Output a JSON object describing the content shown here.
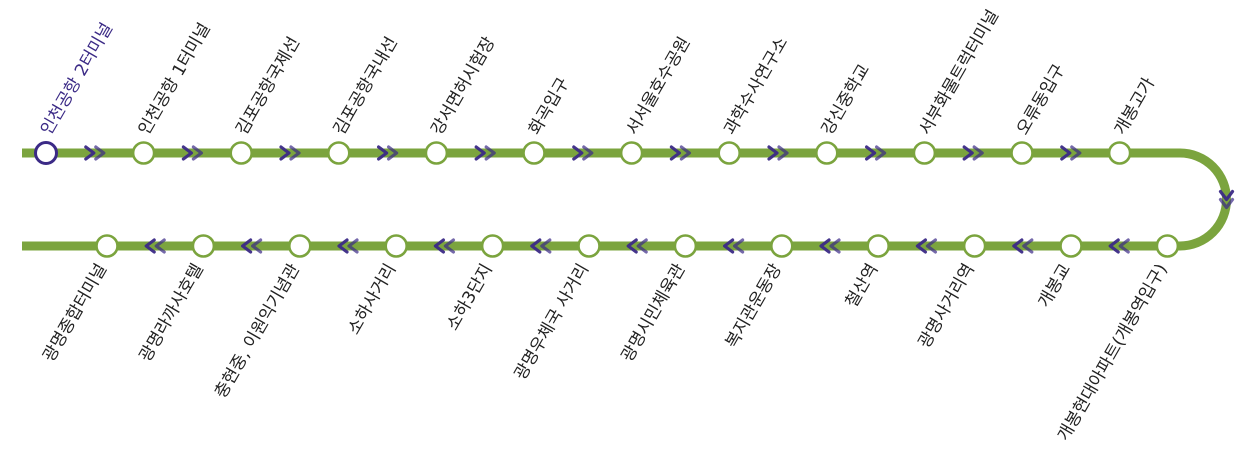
{
  "colors": {
    "line": "#7ba43e",
    "station_fill": "#ffffff",
    "current_station": "#3b2a86",
    "arrow": "#3b2a86",
    "label": "#222222",
    "label_current": "#3b2a86"
  },
  "direction": "arrows point from 인천공항 2터미널 toward 광명종합터미널",
  "top_row": [
    {
      "name": "인천공항 2터미널",
      "current": true
    },
    {
      "name": "인천공항 1터미널"
    },
    {
      "name": "김포공항국제선"
    },
    {
      "name": "김포공항국내선"
    },
    {
      "name": "강서면허시험장"
    },
    {
      "name": "화곡입구"
    },
    {
      "name": "서서울호수공원"
    },
    {
      "name": "과학수사연구소"
    },
    {
      "name": "강신중학교"
    },
    {
      "name": "서부화물트럭터미널"
    },
    {
      "name": "오류동입구"
    },
    {
      "name": "개봉고가"
    }
  ],
  "bottom_row": [
    {
      "name": "광명종합터미널"
    },
    {
      "name": "광명라까사호텔"
    },
    {
      "name": "충현중, 이원익기념관"
    },
    {
      "name": "소하사거리"
    },
    {
      "name": "소하3단지"
    },
    {
      "name": "광명우체국 사거리"
    },
    {
      "name": "광명시민체육관"
    },
    {
      "name": "복지관운동장"
    },
    {
      "name": "철산역"
    },
    {
      "name": "광명사거리역"
    },
    {
      "name": "개봉교"
    },
    {
      "name": "개봉현대아파트(개봉역입구)"
    }
  ]
}
